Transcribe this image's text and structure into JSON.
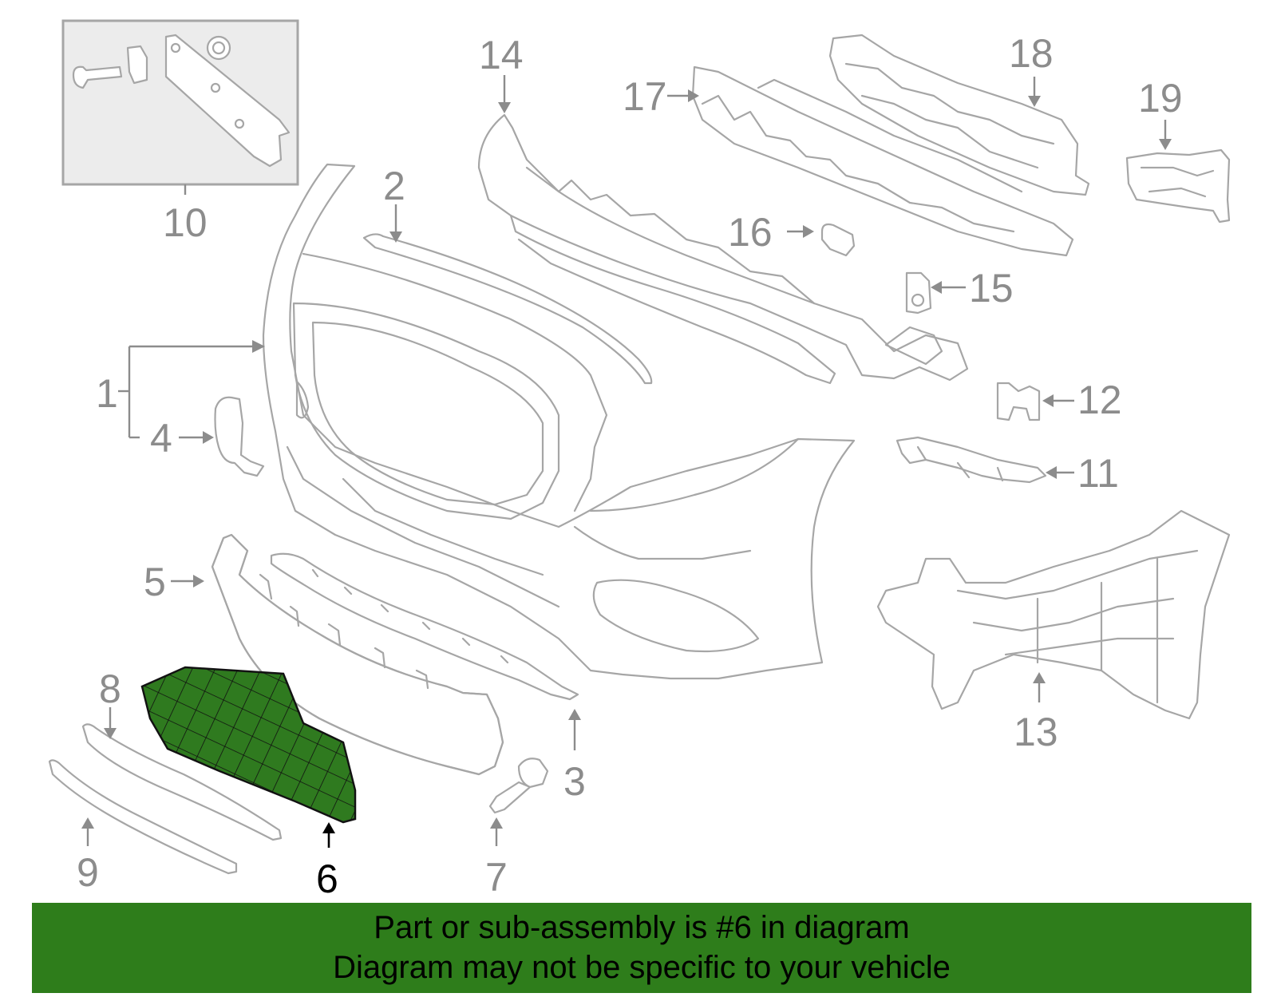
{
  "callouts": {
    "c1": "1",
    "c2": "2",
    "c3": "3",
    "c4": "4",
    "c5": "5",
    "c6": "6",
    "c7": "7",
    "c8": "8",
    "c9": "9",
    "c10": "10",
    "c11": "11",
    "c12": "12",
    "c13": "13",
    "c14": "14",
    "c15": "15",
    "c16": "16",
    "c17": "17",
    "c18": "18",
    "c19": "19"
  },
  "highlighted_part": "6",
  "colors": {
    "highlight": "#2f7a1f",
    "banner": "#2e7d1b",
    "line_art": "#a6a6a6",
    "label": "#8c8c8c"
  },
  "banner": {
    "line1": "Part or sub-assembly is #6 in diagram",
    "line2": "Diagram may not be specific to your vehicle"
  }
}
